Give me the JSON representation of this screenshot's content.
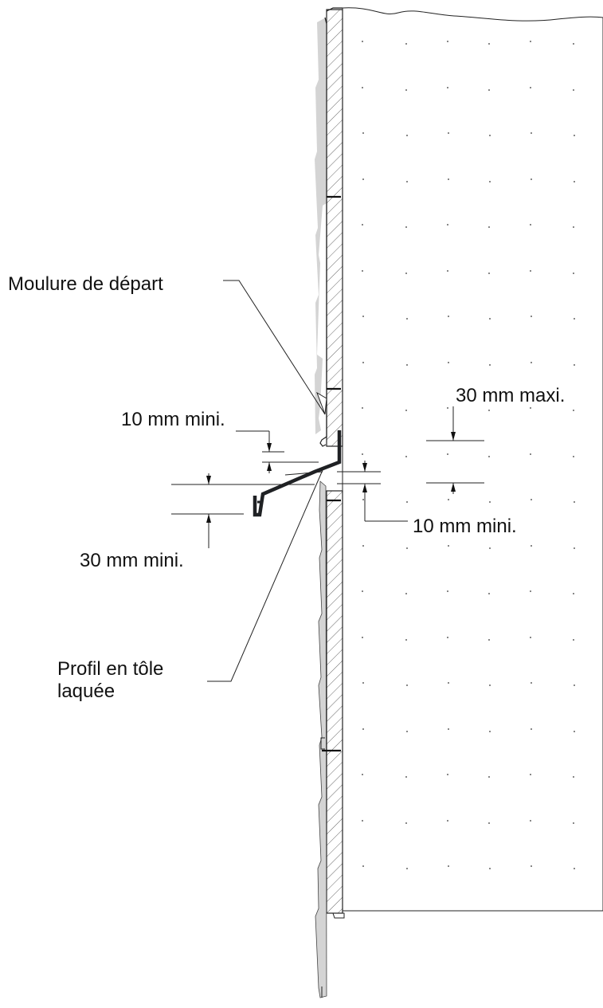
{
  "annotations": {
    "moulure_de_depart": "Moulure de départ",
    "dim_10mm_mini_left": "10 mm mini.",
    "dim_30mm_maxi": "30 mm maxi.",
    "dim_10mm_mini_right": "10 mm mini.",
    "dim_30mm_mini": "30 mm mini.",
    "profil_line1": "Profil en tôle",
    "profil_line2": "laquée"
  },
  "colors": {
    "siding": "#d4d4d4",
    "line": "#1a1a1a",
    "profile": "#1f2124",
    "background": "#ffffff"
  }
}
